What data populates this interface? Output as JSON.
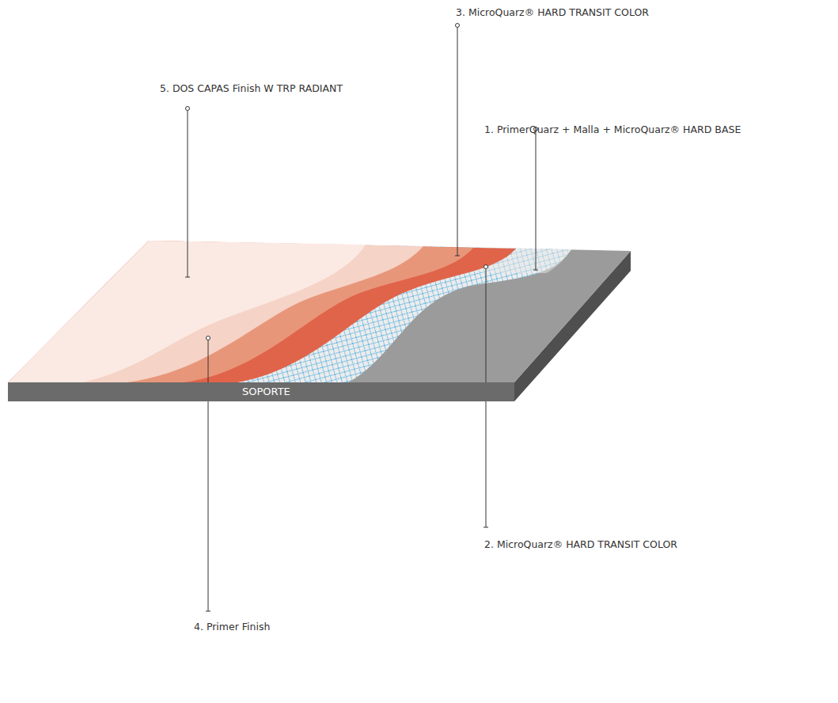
{
  "diagram": {
    "nodes": [
      {
        "text": [
          "SOPORTE"
        ]
      }
    ],
    "labels": [
      "3. MicroQuarz® HARD TRANSIT COLOR",
      "5.  DOS CAPAS Finish W TRP RADIANT",
      "1. PrimerQuarz + Malla + MicroQuarz® HARD BASE",
      "2. MicroQuarz® HARD TRANSIT COLOR",
      "4. Primer Finish"
    ]
  }
}
